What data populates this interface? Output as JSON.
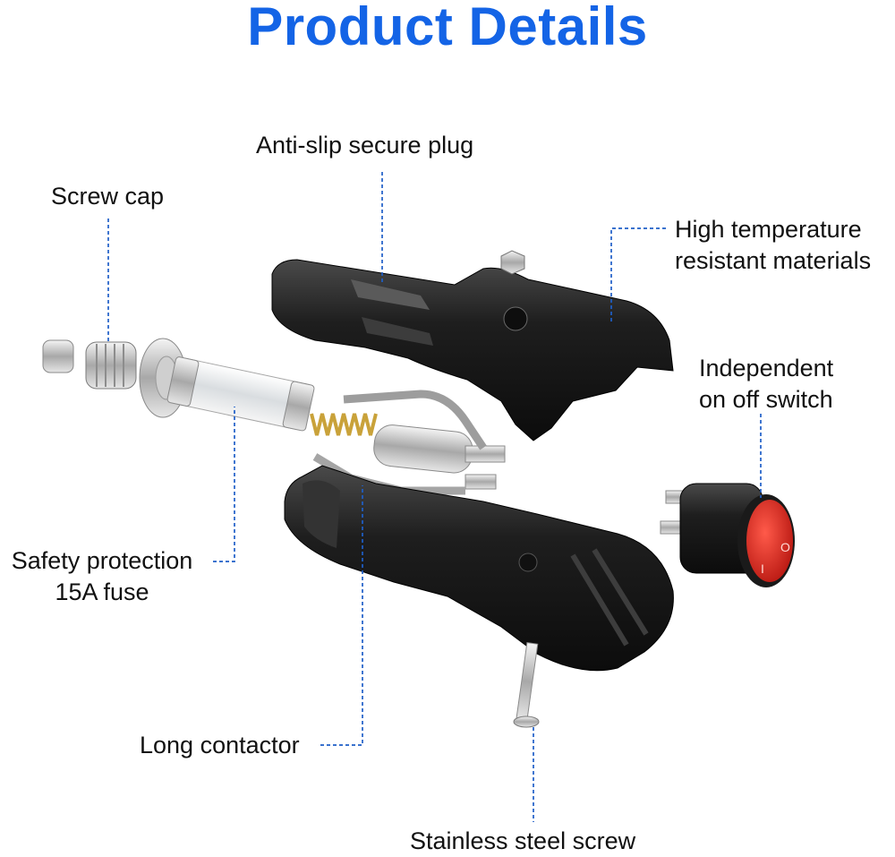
{
  "title": "Product Details",
  "colors": {
    "title": "#1464e6",
    "leader": "#1f5fc8",
    "body": "#1e1e1e",
    "switch_rocker": "#e0241e",
    "spring": "#c9a23a"
  },
  "callouts": {
    "screw_cap": "Screw cap",
    "anti_slip": "Anti-slip secure plug",
    "high_temp": [
      "High temperature",
      "resistant materials"
    ],
    "switch": [
      "Independent",
      "on off switch"
    ],
    "fuse": [
      "Safety protection",
      "15A fuse"
    ],
    "contactor": "Long contactor",
    "screw": "Stainless steel screw"
  },
  "switch_marks": {
    "on": "I",
    "off": "O"
  }
}
